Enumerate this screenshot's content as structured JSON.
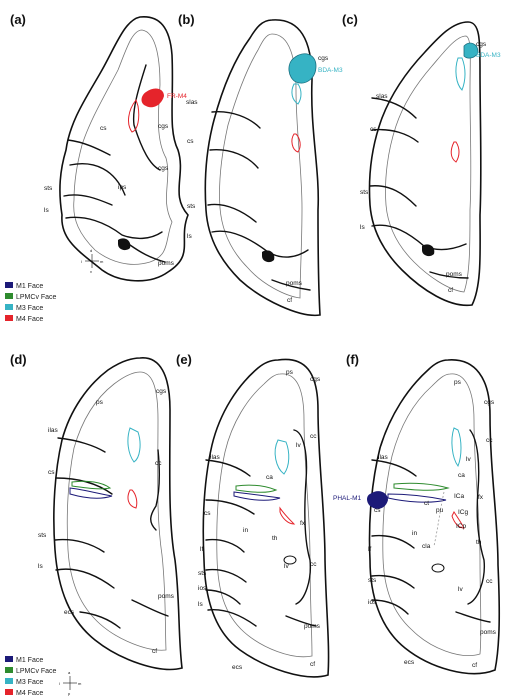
{
  "panels": [
    {
      "id": "a",
      "label": "(a)",
      "tracer": "FR-M4",
      "labels": [
        "cs",
        "cgs",
        "cgs",
        "ips",
        "sts",
        "ls",
        "poms"
      ]
    },
    {
      "id": "b",
      "label": "(b)",
      "tracer": "BDA-M3",
      "labels": [
        "cgs",
        "slas",
        "cs",
        "sts",
        "ls",
        "poms",
        "cf"
      ]
    },
    {
      "id": "c",
      "label": "(c)",
      "tracer": "BDA-M3",
      "labels": [
        "cgs",
        "slas",
        "cs",
        "sts",
        "ls",
        "poms",
        "cf"
      ]
    },
    {
      "id": "d",
      "label": "(d)",
      "tracer": "",
      "labels": [
        "ps",
        "cgs",
        "ilas",
        "cs",
        "cc",
        "sts",
        "ls",
        "poms",
        "ecs",
        "cf"
      ]
    },
    {
      "id": "e",
      "label": "(e)",
      "tracer": "",
      "labels": [
        "ps",
        "cgs",
        "cc",
        "lv",
        "ilas",
        "ca",
        "cs",
        "fx",
        "th",
        "in",
        "lf",
        "sts",
        "ios",
        "ls",
        "lv",
        "cc",
        "poms",
        "ecs",
        "cf"
      ]
    },
    {
      "id": "f",
      "label": "(f)",
      "tracer": "PHAL-M1",
      "labels": [
        "ps",
        "cgs",
        "cc",
        "lv",
        "ilas",
        "ca",
        "fx",
        "ICa",
        "pu",
        "ICg",
        "cs",
        "ICp",
        "ct",
        "th",
        "in",
        "cla",
        "lf",
        "sts",
        "ios",
        "cc",
        "lv",
        "poms",
        "ecs",
        "cf"
      ]
    }
  ],
  "legend": {
    "items": [
      {
        "label": "M1 Face",
        "color": "#1c1a78"
      },
      {
        "label": "LPMCv Face",
        "color": "#2e8b2e"
      },
      {
        "label": "M3 Face",
        "color": "#36b3c4"
      },
      {
        "label": "M4 Face",
        "color": "#e5242b"
      }
    ]
  },
  "compass": {
    "top": "d",
    "bottom": "v",
    "left": "l",
    "right": "m",
    "top2": "a",
    "bottom2": "p"
  },
  "colors": {
    "m1": "#1c1a78",
    "lpmcv": "#2e8b2e",
    "m3": "#36b3c4",
    "m4": "#e5242b"
  }
}
